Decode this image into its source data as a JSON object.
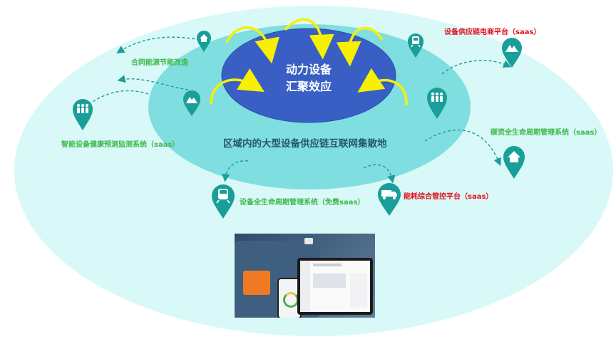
{
  "center": {
    "line1": "动力设备",
    "line2": "汇聚效应"
  },
  "hub_caption": "区域内的大型设备供应链互联网集散地",
  "nodes": {
    "contract_energy": "合同能源节能改造",
    "supply_chain_ecommerce": "设备供应链电商平台（saas）",
    "health_monitoring": "智能设备健康预测监测系统（saas）",
    "carbon_lifecycle": "碳资全生命周期管理系统（saas）",
    "equipment_lifecycle": "设备全生命周期管理系统（免费saas）",
    "energy_control": "能耗综合管控平台（saas）"
  },
  "colors": {
    "outer_ellipse": "#d9f8f8",
    "mid_ellipse": "#7fdee0",
    "inner_ellipse": "#3a5fc4",
    "pin": "#1a9e9a",
    "arrow_yellow": "#f7f000",
    "green_text": "#3cb84a",
    "red_text": "#e2101a"
  },
  "icons": {
    "pin_top_left": "house-icon",
    "pin_top_right": "train-icon",
    "pin_far_right": "mountain-icon",
    "pin_left_inner": "mountain-icon",
    "pin_far_left": "people-icon",
    "pin_right_inner": "people-icon",
    "pin_right_lower": "house-icon",
    "pin_bottom_center": "train-icon",
    "pin_bottom_right": "truck-icon"
  }
}
